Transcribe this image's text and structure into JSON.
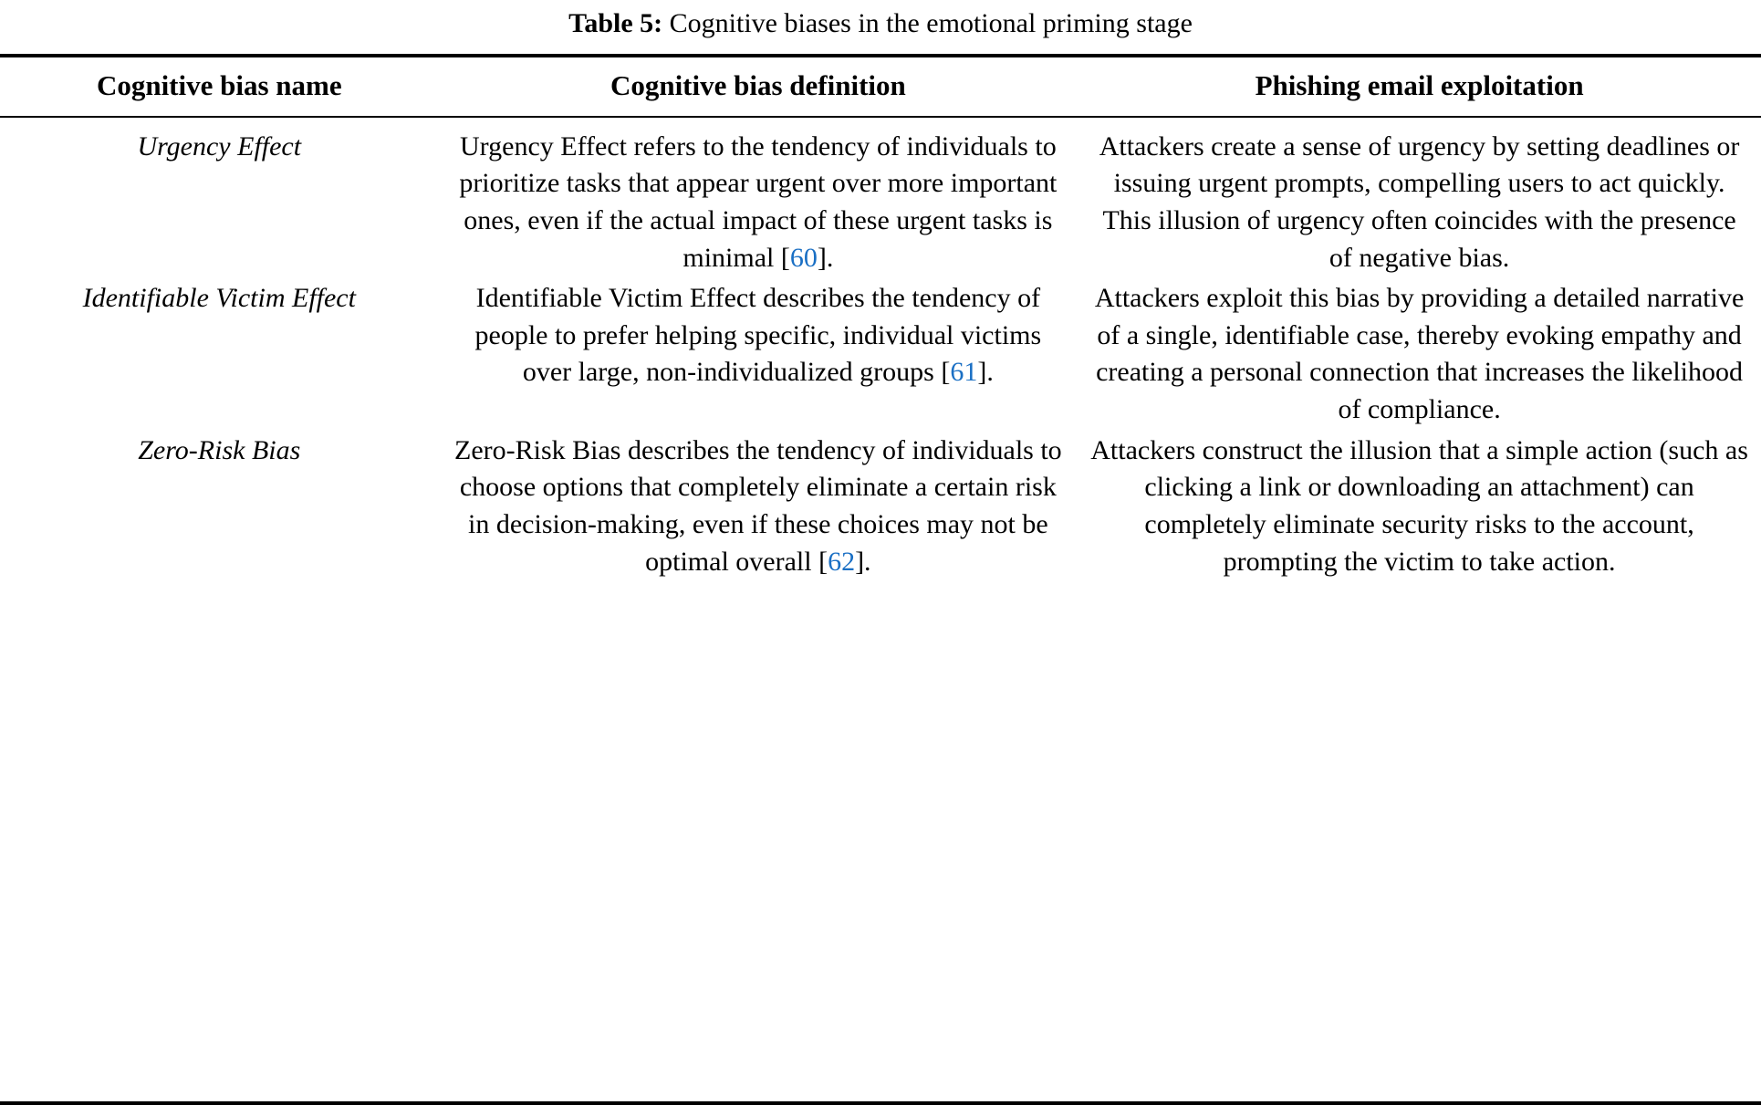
{
  "caption": {
    "label": "Table 5:",
    "text": " Cognitive biases in the emotional priming stage"
  },
  "table": {
    "headers": [
      "Cognitive bias name",
      "Cognitive bias definition",
      "Phishing email exploitation"
    ],
    "citation_color": "#1a6fc4",
    "rows": [
      {
        "name": "Urgency Effect",
        "definition_pre": "Urgency Effect refers to the tendency of individuals to prioritize tasks that appear urgent over more important ones, even if the actual impact of these urgent tasks is minimal [",
        "definition_cite": "60",
        "definition_post": "].",
        "exploitation": "Attackers create a sense of urgency by setting deadlines or issuing urgent prompts, compelling users to act quickly. This illusion of urgency often coincides with the presence of negative bias."
      },
      {
        "name": "Identifiable Victim Effect",
        "definition_pre": "Identifiable Victim Effect describes the tendency of people to prefer helping specific, individual victims over large, non-individualized groups [",
        "definition_cite": "61",
        "definition_post": "].",
        "exploitation": "Attackers exploit this bias by providing a detailed narrative of a single, identifiable case, thereby evoking empathy and creating a personal connection that increases the likelihood of compliance."
      },
      {
        "name": "Zero-Risk Bias",
        "definition_pre": "Zero-Risk Bias describes the tendency of individuals to choose options that completely eliminate a certain risk in decision-making, even if these choices may not be optimal overall [",
        "definition_cite": "62",
        "definition_post": "].",
        "exploitation": "Attackers construct the illusion that a simple action (such as clicking a link or downloading an attachment) can completely eliminate security risks to the account, prompting the victim to take action."
      }
    ]
  }
}
